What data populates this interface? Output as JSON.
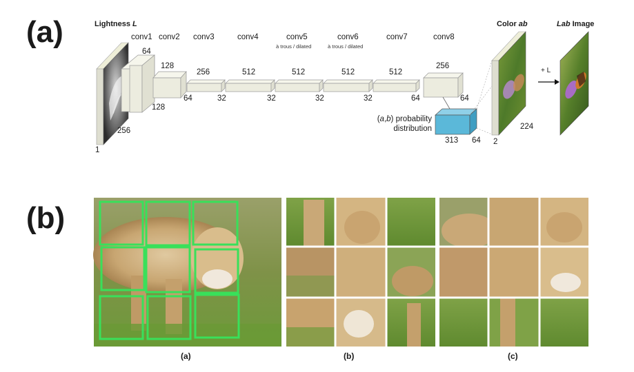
{
  "panel_a": {
    "label": "(a)",
    "lightness_title": "Lightness",
    "lightness_var": "L",
    "color_title": "Color",
    "color_var": "ab",
    "lab_title_italic": "Lab",
    "lab_title_rest": " Image",
    "plus_l": "+ L",
    "conv_labels": [
      "conv1",
      "conv2",
      "conv3",
      "conv4",
      "conv5",
      "conv6",
      "conv7",
      "conv8"
    ],
    "dilated_note": "à trous / dilated",
    "channel_labels": [
      "64",
      "128",
      "256",
      "512",
      "512",
      "512",
      "512",
      "256"
    ],
    "spatial_labels": [
      "128",
      "64",
      "32",
      "32",
      "32",
      "32",
      "64"
    ],
    "input_dims": [
      "256",
      "1"
    ],
    "prob_label_line1_pre": "(",
    "prob_label_a": "a",
    "prob_label_comma": ",",
    "prob_label_b": "b",
    "prob_label_line1_post": ") probability",
    "prob_label_line2": "distribution",
    "prob_dims": [
      "313",
      "64"
    ],
    "output_dims": [
      "2",
      "224"
    ]
  },
  "panel_b": {
    "label": "(b)",
    "sub_captions": [
      "(a)",
      "(b)",
      "(c)"
    ]
  },
  "colors": {
    "grid_green": "#39e05a",
    "prob_block": "#5bb8d9",
    "block_face": "#f0f0e6"
  }
}
